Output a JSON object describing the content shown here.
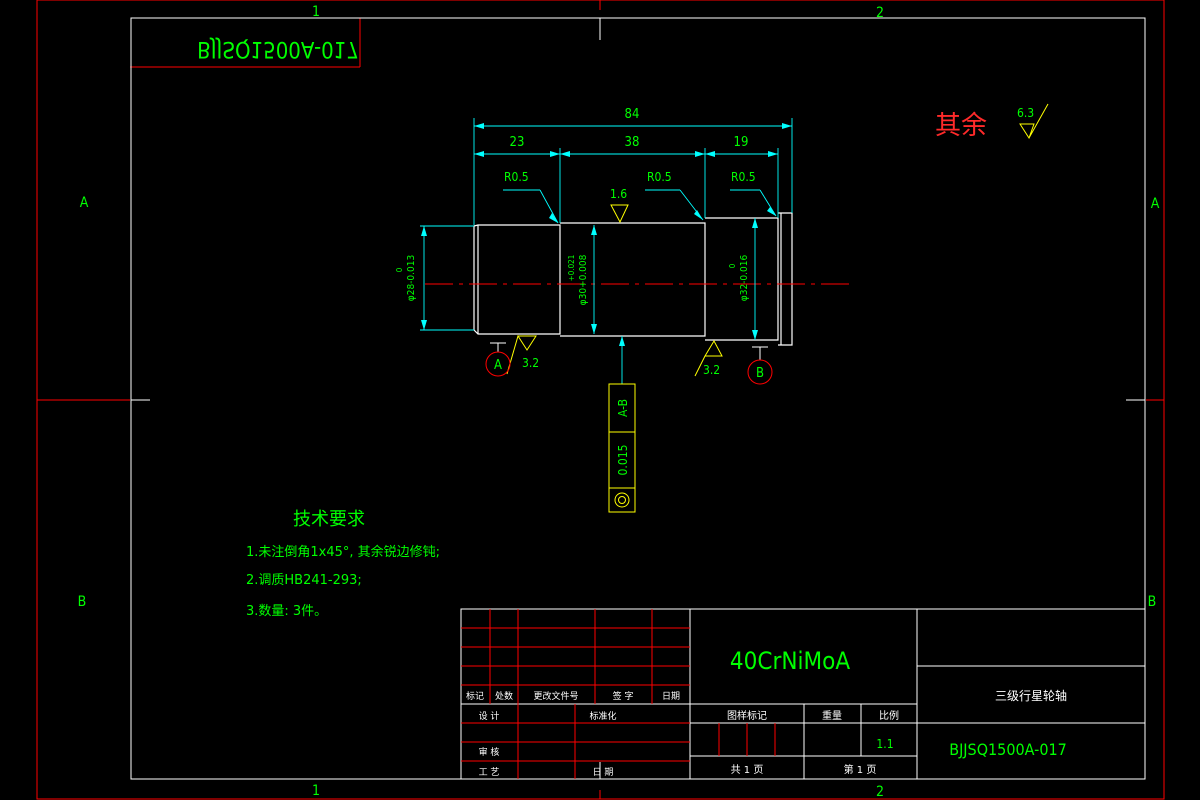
{
  "colors": {
    "border": "#ff0000",
    "outline": "#ffffff",
    "dimension": "#00ff00",
    "centerline": "#ff0000",
    "cyan": "#00ffff",
    "yellow": "#ffff00",
    "roughness_note": "#ff2a2a"
  },
  "zones": {
    "col1": "1",
    "col2": "2",
    "rowA": "A",
    "rowB": "B"
  },
  "drawing_number_mirrored": "BJJSQ1500A-017",
  "dimensions": {
    "overall": "84",
    "seg1": "23",
    "seg2": "38",
    "seg3": "19",
    "radius1": "R0.5",
    "radius2": "R0.5",
    "radius3": "R0.5",
    "dia1_main": "φ28-0.013",
    "dia1_upper": "0",
    "dia2_main": "φ30+0.008",
    "dia2_upper": "+0.021",
    "dia3_main": "φ32-0.016",
    "dia3_upper": "0"
  },
  "roughness": {
    "top": "1.6",
    "left": "3.2",
    "right": "3.2",
    "rest_label": "其余",
    "rest_value": "6.3"
  },
  "datums": {
    "a": "A",
    "b": "B"
  },
  "tolerance_frame": {
    "datum_ref": "A-B",
    "value": "0.015",
    "symbol": "concentricity"
  },
  "notes": {
    "title": "技术要求",
    "line1": "1.未注倒角1x45°, 其余锐边修钝;",
    "line2": "2.调质HB241-293;",
    "line3": "3.数量: 3件。"
  },
  "title_block": {
    "material": "40CrNiMoA",
    "part_name": "三级行星轮轴",
    "drawing_number": "BJJSQ1500A-017",
    "scale_label": "比例",
    "scale_value": "1.1",
    "weight_label": "重量",
    "mark_label": "图样标记",
    "sheets_total": "共 1 页",
    "sheet_no": "第 1 页",
    "rev_marker": "标记",
    "rev_count": "处数",
    "rev_doc": "更改文件号",
    "rev_sign": "签 字",
    "rev_date": "日期",
    "design": "设 计",
    "standardize": "标准化",
    "review": "审 核",
    "process": "工 艺",
    "date": "日 期"
  }
}
